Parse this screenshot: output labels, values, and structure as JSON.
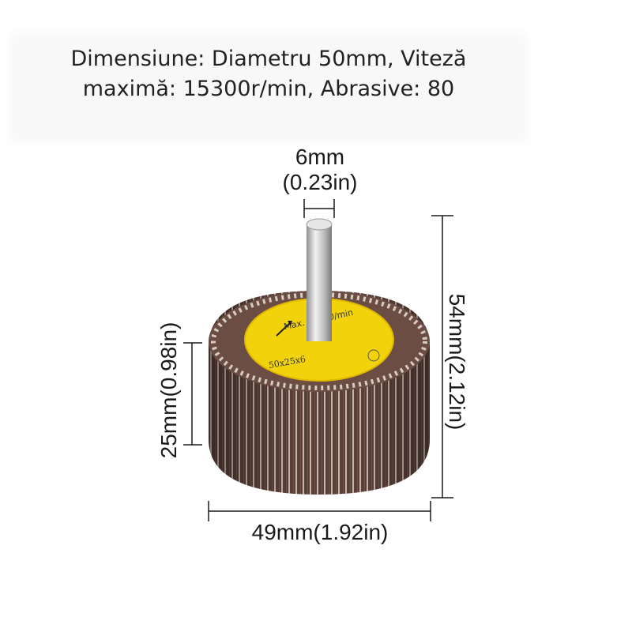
{
  "caption": {
    "line1": "Dimensiune: Diametru 50mm, Viteză",
    "line2": "maximă: 15300r/min, Abrasive: 80"
  },
  "dimensions": {
    "shaft_line1": "6mm",
    "shaft_line2": "(0.23in)",
    "total_height": "54mm(2.12in)",
    "wheel_width": "49mm(1.92in)",
    "wheel_thickness": "25mm(0.98in)"
  },
  "label_disc": {
    "speed_text": "Max. 15300/min",
    "size_text": "50x25x6",
    "color": "#f2d30b"
  },
  "colors": {
    "flap_dark": "#5a3f38",
    "flap_light": "#d9cfc6",
    "shaft": "#c9c9c9",
    "dimension_line": "#1a1a1a"
  }
}
